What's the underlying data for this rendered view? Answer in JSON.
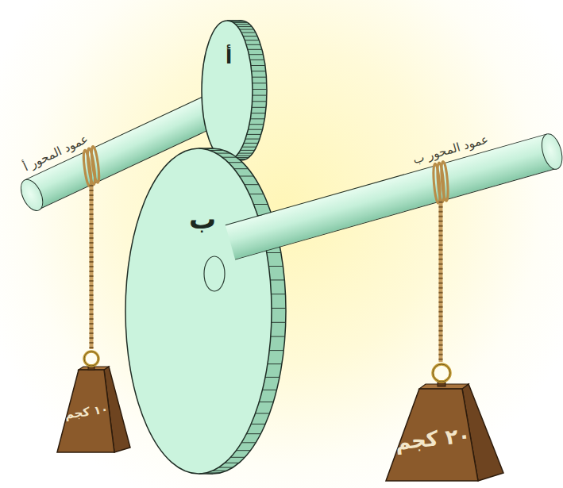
{
  "diagram": {
    "nodes": [
      {
        "text": [
          "عمود المحور أ"
        ]
      },
      {
        "text": [
          "أ"
        ]
      },
      {
        "text": [
          "ب"
        ]
      },
      {
        "text": [
          "عمود المحور ب"
        ]
      },
      {
        "text": [
          "١٠ كجم"
        ]
      },
      {
        "text": [
          "٢٠ كجم"
        ]
      }
    ],
    "edges": [
      {
        "from": 0,
        "to": 4,
        "arrow": "none"
      },
      {
        "from": 3,
        "to": 5,
        "arrow": "none"
      }
    ]
  }
}
